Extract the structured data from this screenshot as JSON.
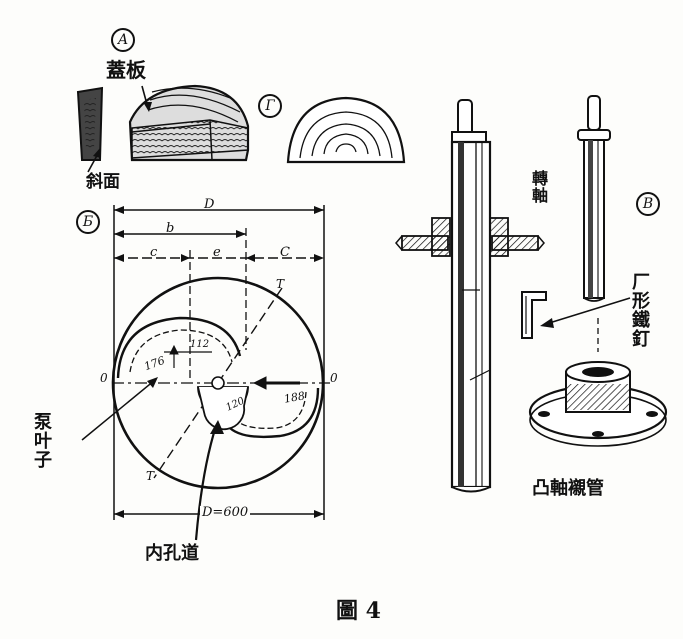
{
  "panel_markers": {
    "a": "A",
    "b": "Б",
    "v": "B",
    "g": "Г"
  },
  "labels": {
    "cover_plate": "蓋板",
    "bevel": "斜面",
    "pump_blade": "泵叶子",
    "inner_hole": "内孔道",
    "shaft": "轉軸",
    "l_nail": "厂形鐵釘",
    "shaft_sleeve": "凸軸襯管",
    "caption": "圖 4"
  },
  "dimensions": {
    "D_top": "D",
    "b": "b",
    "c_left": "c",
    "e": "e",
    "C_right": "C",
    "T_top": "T",
    "T_bottom": "T",
    "O_left": "0",
    "O_right": "0",
    "r176": "176",
    "r112": "112",
    "r120": "120",
    "r188": "188",
    "D_bottom": "D=600"
  }
}
